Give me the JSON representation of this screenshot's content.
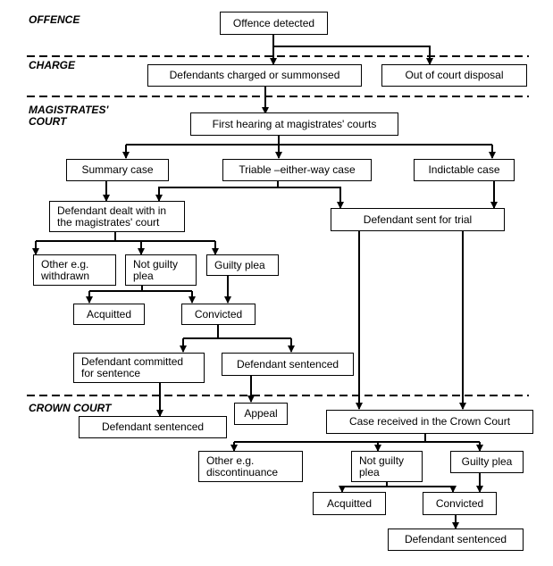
{
  "stages": {
    "offence": "OFFENCE",
    "charge": "CHARGE",
    "magistrates_line1": "MAGISTRATES'",
    "magistrates_line2": "COURT",
    "crown": "CROWN COURT"
  },
  "boxes": {
    "offence_detected": "Offence detected",
    "charged": "Defendants charged or summonsed",
    "out_of_court": "Out of court disposal",
    "first_hearing": "First hearing at magistrates' courts",
    "summary_case": "Summary case",
    "triable_either_way": "Triable –either-way case",
    "indictable_case": "Indictable case",
    "dealt_with_line1": "Defendant dealt with in",
    "dealt_with_line2": "the magistrates' court",
    "sent_for_trial": "Defendant sent for trial",
    "mc_other_line1": "Other e.g.",
    "mc_other_line2": "withdrawn",
    "mc_not_guilty_line1": "Not guilty",
    "mc_not_guilty_line2": "plea",
    "mc_guilty_plea": "Guilty plea",
    "mc_acquitted": "Acquitted",
    "mc_convicted": "Convicted",
    "committed_line1": "Defendant committed",
    "committed_line2": "for sentence",
    "mc_sentenced": "Defendant sentenced",
    "cc_sentenced_from_committal": "Defendant sentenced",
    "appeal": "Appeal",
    "case_received": "Case received in the Crown Court",
    "cc_other_line1": "Other e.g.",
    "cc_other_line2": "discontinuance",
    "cc_not_guilty_line1": "Not guilty",
    "cc_not_guilty_line2": "plea",
    "cc_guilty_plea": "Guilty plea",
    "cc_acquitted": "Acquitted",
    "cc_convicted": "Convicted",
    "cc_sentenced": "Defendant sentenced"
  }
}
